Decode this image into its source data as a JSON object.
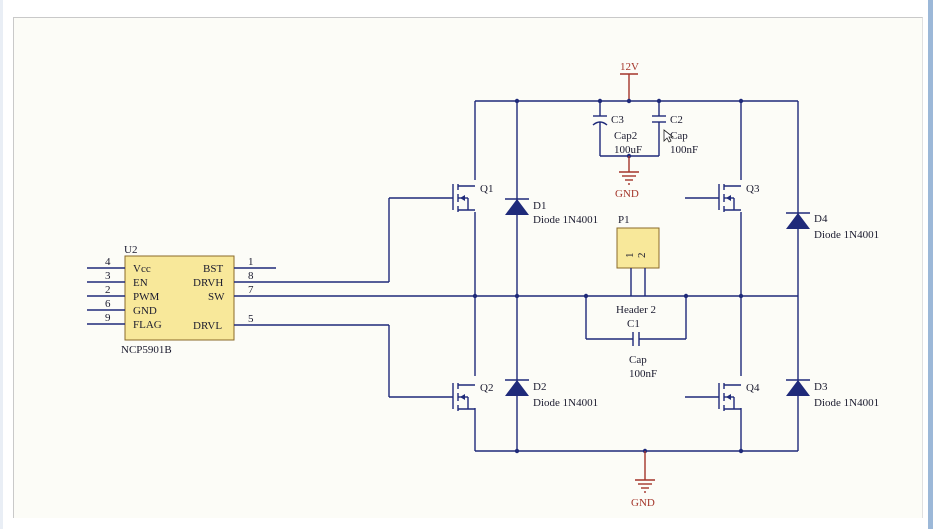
{
  "supply": {
    "label": "12V"
  },
  "ground_top": {
    "label": "GND"
  },
  "ground_bottom": {
    "label": "GND"
  },
  "c3": {
    "ref": "C3",
    "type": "Cap2",
    "value": "100uF"
  },
  "c2": {
    "ref": "C2",
    "type": "Cap",
    "value": "100nF"
  },
  "c1": {
    "ref": "C1",
    "type": "Cap",
    "value": "100nF"
  },
  "p1": {
    "ref": "P1",
    "type": "Header 2",
    "pin1": "1",
    "pin2": "2"
  },
  "q1": {
    "ref": "Q1"
  },
  "q2": {
    "ref": "Q2"
  },
  "q3": {
    "ref": "Q3"
  },
  "q4": {
    "ref": "Q4"
  },
  "d1": {
    "ref": "D1",
    "value": "Diode 1N4001"
  },
  "d2": {
    "ref": "D2",
    "value": "Diode 1N4001"
  },
  "d3": {
    "ref": "D3",
    "value": "Diode 1N4001"
  },
  "d4": {
    "ref": "D4",
    "value": "Diode 1N4001"
  },
  "u2": {
    "ref": "U2",
    "part": "NCP5901B",
    "left_pins": [
      {
        "num": "4",
        "name": "Vcc"
      },
      {
        "num": "3",
        "name": "EN"
      },
      {
        "num": "2",
        "name": "PWM"
      },
      {
        "num": "6",
        "name": "GND"
      },
      {
        "num": "9",
        "name": "FLAG"
      }
    ],
    "right_pins": [
      {
        "num": "1",
        "name": "BST"
      },
      {
        "num": "8",
        "name": "DRVH"
      },
      {
        "num": "7",
        "name": "SW"
      },
      {
        "num": "5",
        "name": "DRVL"
      }
    ]
  },
  "colors": {
    "wire": "#1f2a7a",
    "power": "#a4352a",
    "component_body": "#f8e89a",
    "sheet": "#fcfcf7"
  }
}
